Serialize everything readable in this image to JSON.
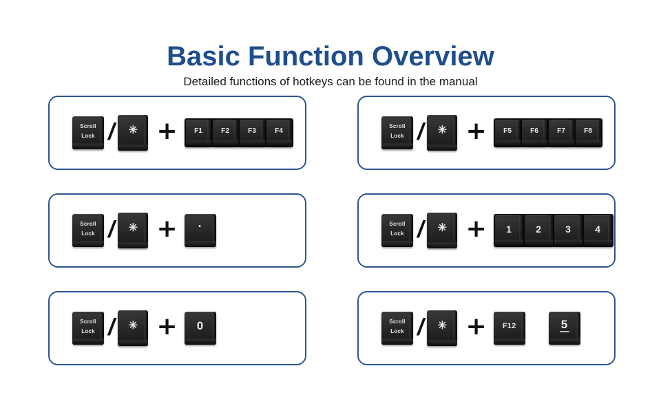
{
  "header": {
    "title": "Basic Function Overview",
    "subtitle": "Detailed functions of hotkeys can be found in the manual"
  },
  "theme": {
    "title_color": "#1f4e8c",
    "panel_border_color": "#2c5694",
    "background_color": "#ffffff",
    "key_body_color": "#2b2b2b",
    "key_label_color": "#e8e8e8"
  },
  "operators": {
    "or": "/",
    "plus": "+"
  },
  "keys": {
    "scroll_lock_line1": "Scroll",
    "scroll_lock_line2": "Lock",
    "asterisk": "✳",
    "dot": "·",
    "zero": "0",
    "f12": "F12",
    "five": "5"
  },
  "panels": [
    {
      "id": "panel-f1-f4",
      "modifier1_line1": "Scroll",
      "modifier1_line2": "Lock",
      "modifier2": "✳",
      "target_keys": [
        "F1",
        "F2",
        "F3",
        "F4"
      ],
      "target_type": "strip-fkey"
    },
    {
      "id": "panel-f5-f8",
      "modifier1_line1": "Scroll",
      "modifier1_line2": "Lock",
      "modifier2": "✳",
      "target_keys": [
        "F5",
        "F6",
        "F7",
        "F8"
      ],
      "target_type": "strip-fkey"
    },
    {
      "id": "panel-dot",
      "modifier1_line1": "Scroll",
      "modifier1_line2": "Lock",
      "modifier2": "✳",
      "target_keys": [
        "·"
      ],
      "target_type": "single-dot"
    },
    {
      "id": "panel-1-4",
      "modifier1_line1": "Scroll",
      "modifier1_line2": "Lock",
      "modifier2": "✳",
      "target_keys": [
        "1",
        "2",
        "3",
        "4"
      ],
      "target_type": "strip-numkey"
    },
    {
      "id": "panel-zero",
      "modifier1_line1": "Scroll",
      "modifier1_line2": "Lock",
      "modifier2": "✳",
      "target_keys": [
        "0"
      ],
      "target_type": "single-digit"
    },
    {
      "id": "panel-f12-5",
      "modifier1_line1": "Scroll",
      "modifier1_line2": "Lock",
      "modifier2": "✳",
      "target_keys": [
        "F12",
        "5"
      ],
      "target_type": "single-pair"
    }
  ]
}
